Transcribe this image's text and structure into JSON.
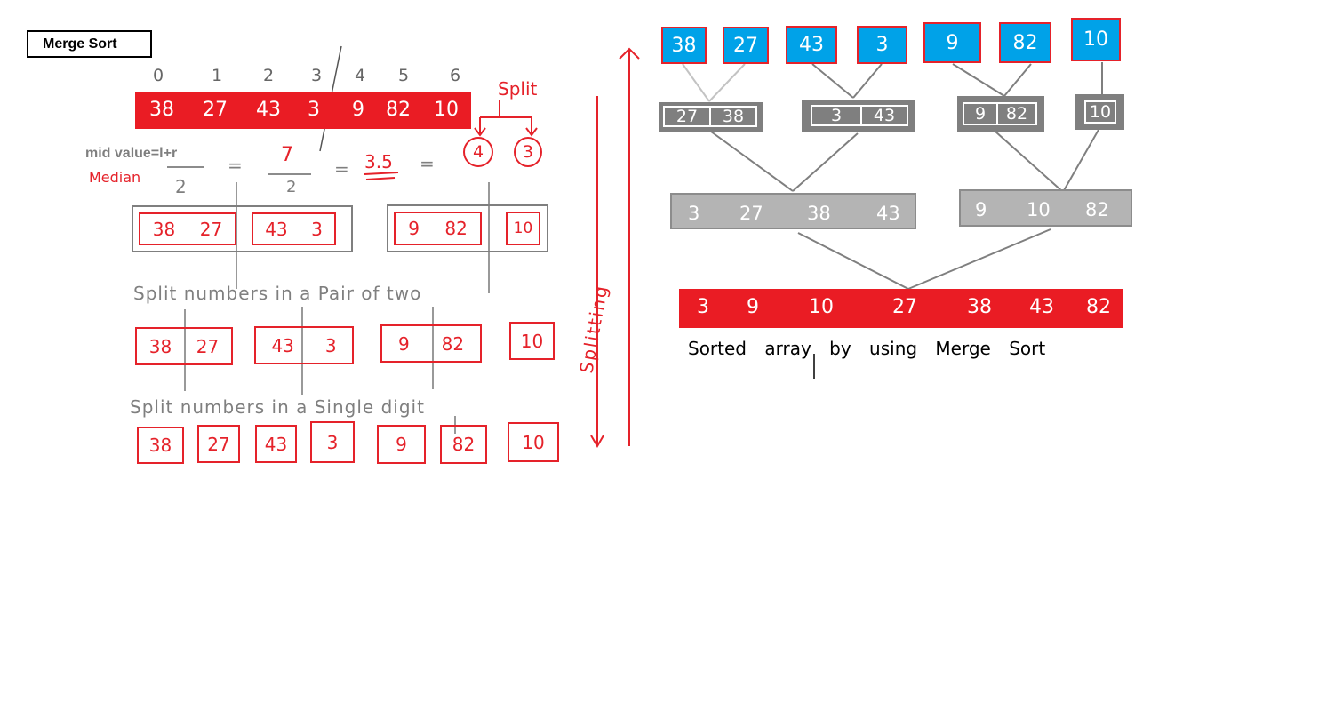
{
  "title": "Merge Sort",
  "indices": [
    "0",
    "1",
    "2",
    "3",
    "4",
    "5",
    "6"
  ],
  "original_array": [
    "38",
    "27",
    "43",
    "3",
    "9",
    "82",
    "10"
  ],
  "split_label": "Split",
  "mid_value_label": "mid value=",
  "mid_formula_numerator": "l+r",
  "mid_formula_denominator": "2",
  "median_label": "Median",
  "equals": "=",
  "seven": "7",
  "two": "2",
  "mid_result": "3.5",
  "split_left_count": "4",
  "split_right_count": "3",
  "level1_left": [
    [
      "38",
      "27"
    ],
    [
      "43",
      "3"
    ]
  ],
  "level1_right_a": [
    "9",
    "82"
  ],
  "level1_right_b": [
    "10"
  ],
  "pair_caption": "Split numbers in a Pair of two",
  "pairs": [
    [
      "38",
      "27"
    ],
    [
      "43",
      "3"
    ],
    [
      "9",
      "82"
    ],
    [
      "10"
    ]
  ],
  "single_caption": "Split numbers in a Single digit",
  "singles": [
    "38",
    "27",
    "43",
    "3",
    "9",
    "82",
    "10"
  ],
  "splitting_label": "Splitting",
  "merge_singles": [
    "38",
    "27",
    "43",
    "3",
    "9",
    "82",
    "10"
  ],
  "merge_pairs": [
    [
      "27",
      "38"
    ],
    [
      "3",
      "43"
    ],
    [
      "9",
      "82"
    ],
    [
      "10"
    ]
  ],
  "merge_quads": [
    [
      "3",
      "27",
      "38",
      "43"
    ],
    [
      "9",
      "10",
      "82"
    ]
  ],
  "sorted_array": [
    "3",
    "9",
    "10",
    "27",
    "38",
    "43",
    "82"
  ],
  "sorted_caption": "Sorted array by using Merge Sort"
}
